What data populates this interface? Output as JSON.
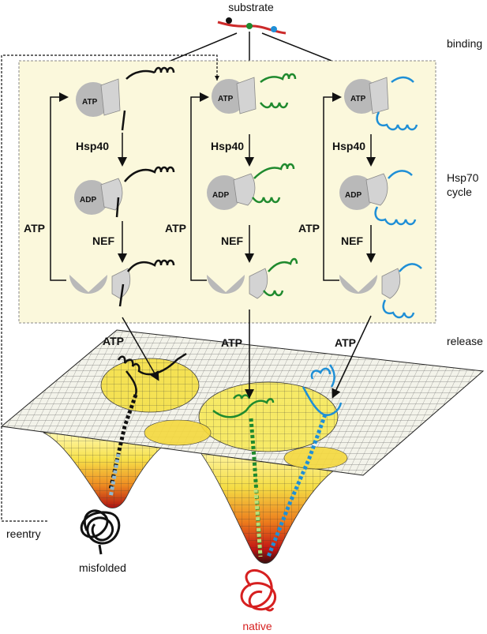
{
  "labels": {
    "substrate": "substrate",
    "binding": "binding",
    "hsp70_cycle_line1": "Hsp70",
    "hsp70_cycle_line2": "cycle",
    "release": "release",
    "reentry": "reentry",
    "misfolded": "misfolded",
    "native": "native"
  },
  "columns": [
    {
      "atp_state": "ATP",
      "step1": "Hsp40",
      "adp_state": "ADP",
      "step2": "NEF",
      "cycle_atp": "ATP",
      "release_atp": "ATP",
      "color": "#111111"
    },
    {
      "atp_state": "ATP",
      "step1": "Hsp40",
      "adp_state": "ADP",
      "step2": "NEF",
      "cycle_atp": "ATP",
      "release_atp": "ATP",
      "color": "#1f8a2e"
    },
    {
      "atp_state": "ATP",
      "step1": "Hsp40",
      "adp_state": "ADP",
      "step2": "NEF",
      "cycle_atp": "ATP",
      "release_atp": "ATP",
      "color": "#1f8fd6"
    }
  ],
  "colors": {
    "panel_bg": "#fbf8dc",
    "substrate_line": "#cc2a2a",
    "native_protein": "#d62020",
    "chaperone_gray": "#b9b9b9"
  }
}
